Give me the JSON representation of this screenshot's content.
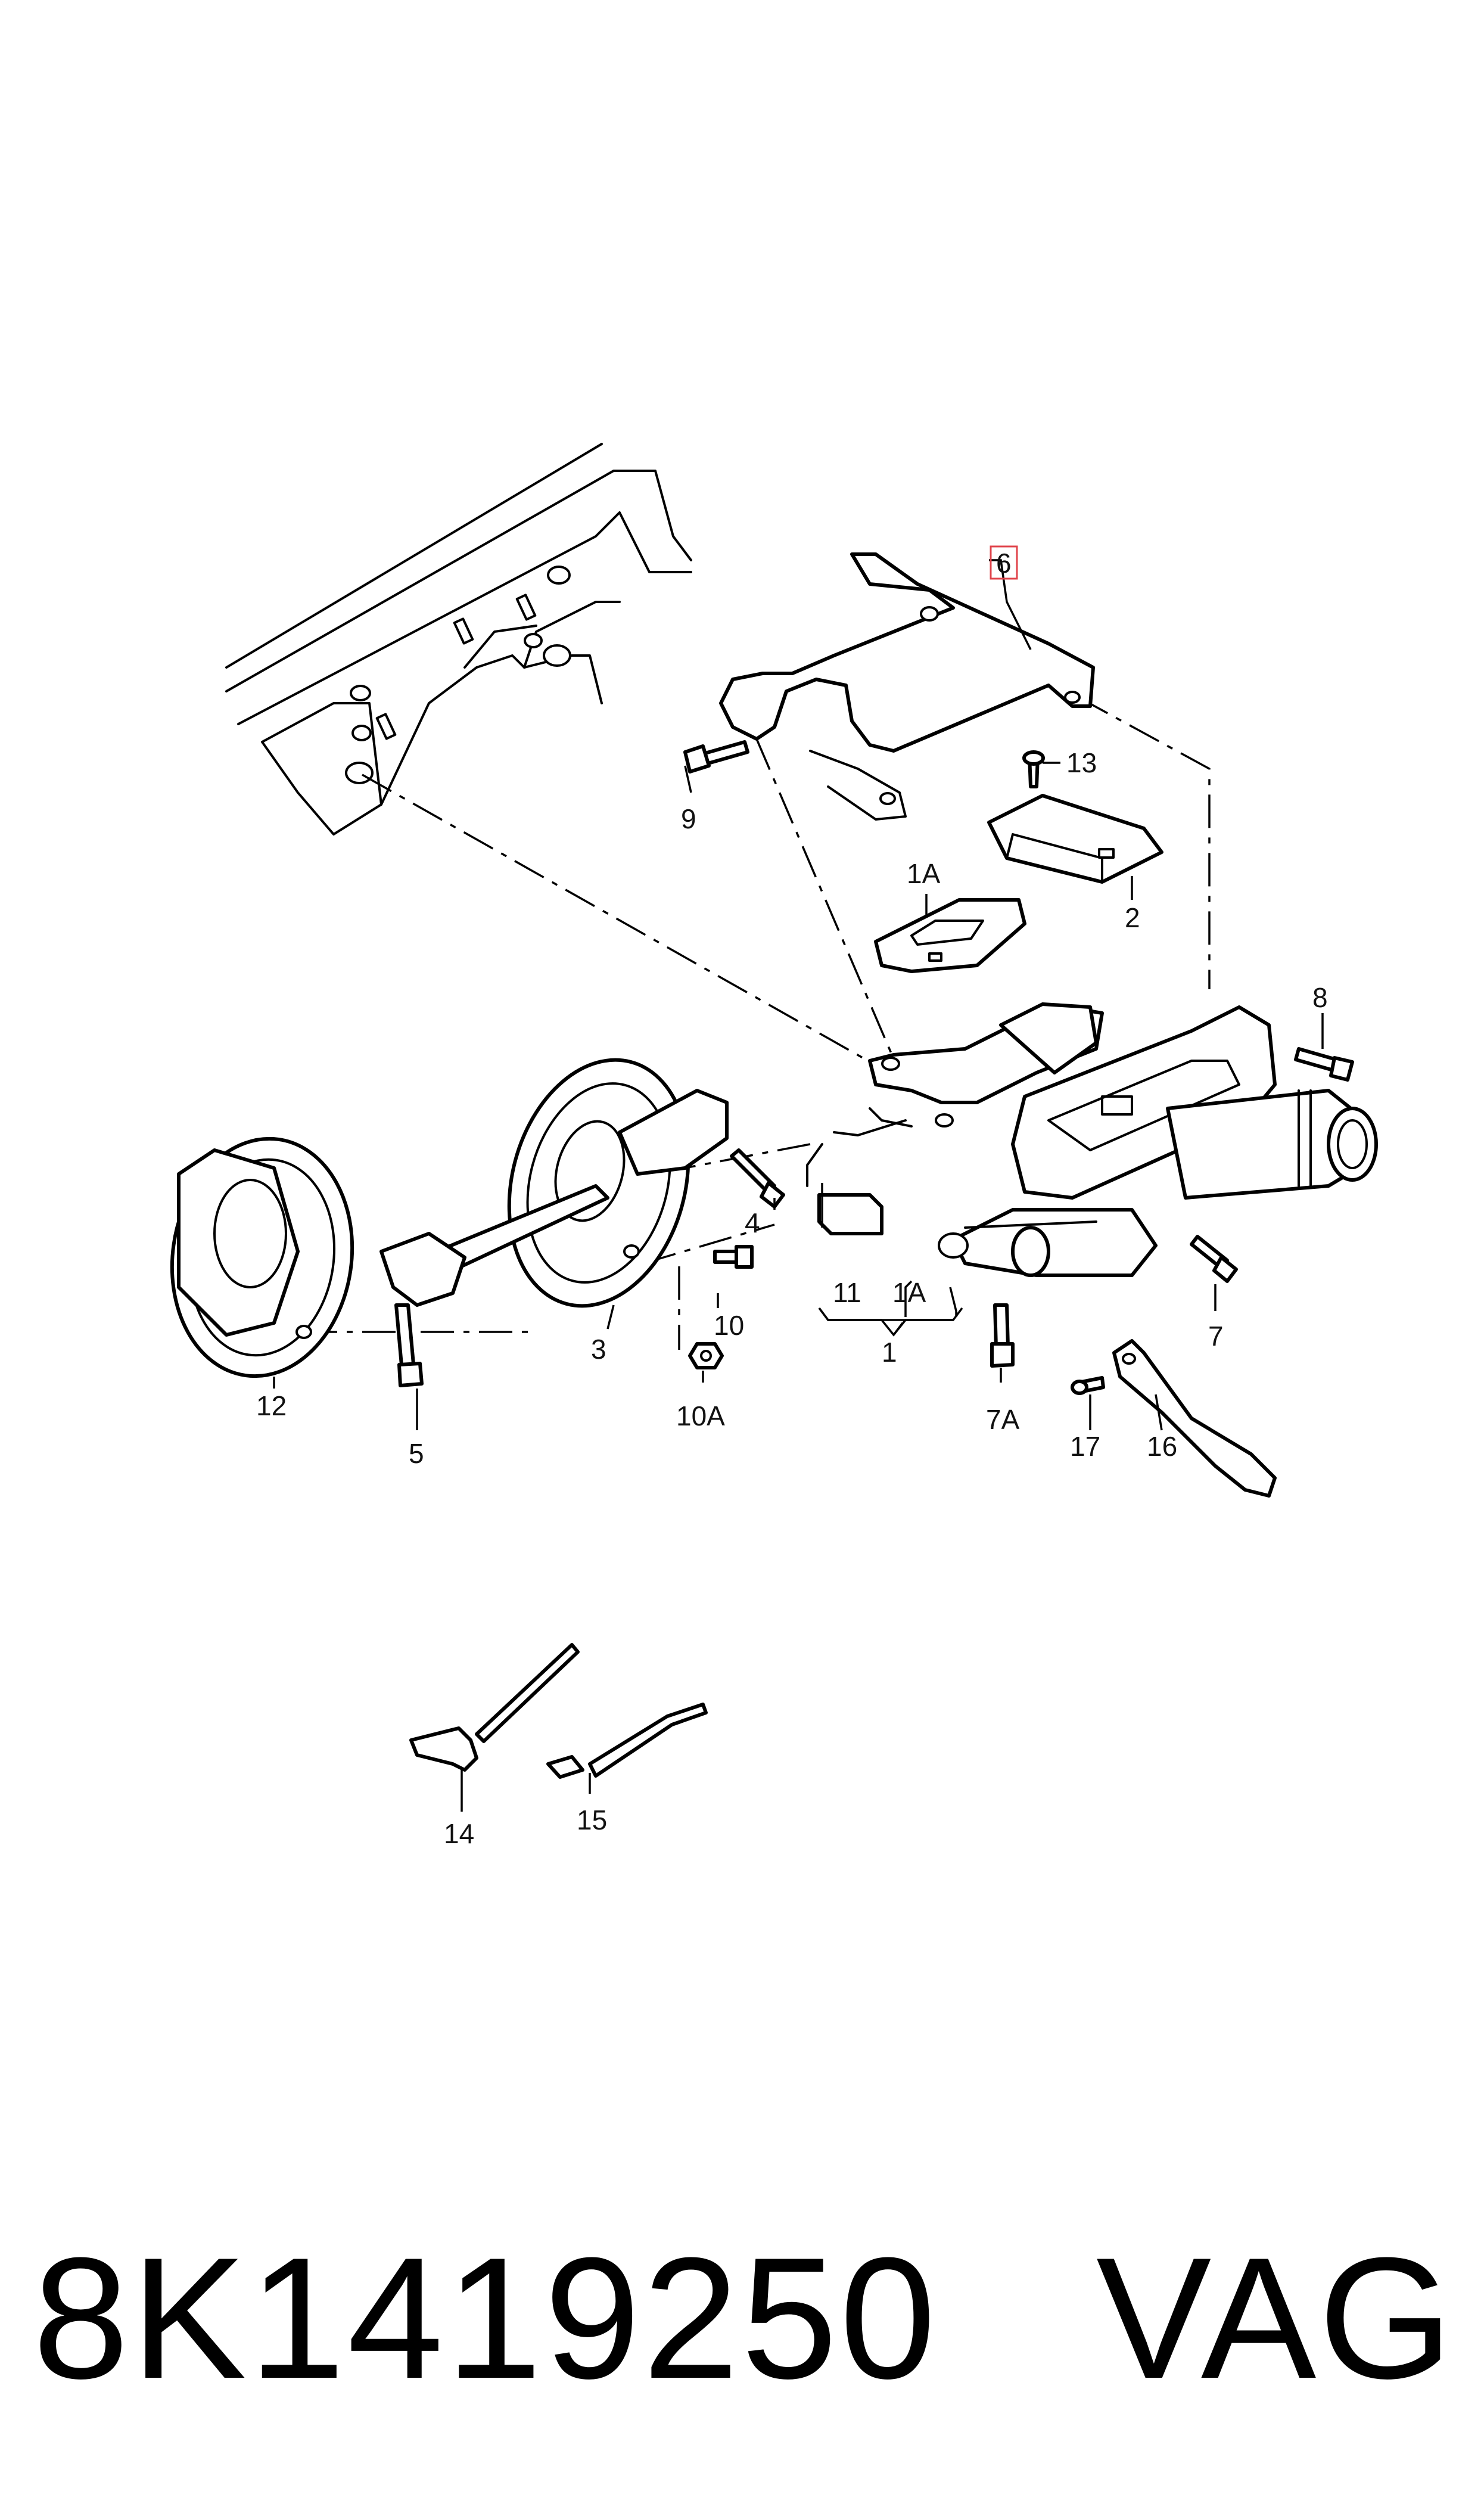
{
  "diagram": {
    "callouts": {
      "c1": "1",
      "c1A_top": "1A",
      "c1A_bottom": "1A",
      "c2": "2",
      "c3": "3",
      "c4": "4",
      "c5": "5",
      "c6": "6",
      "c7": "7",
      "c7A": "7A",
      "c8": "8",
      "c9": "9",
      "c10": "10",
      "c10A": "10A",
      "c11": "11",
      "c12": "12",
      "c13": "13",
      "c14": "14",
      "c15": "15",
      "c16": "16",
      "c17": "17"
    },
    "highlight_color": "#e0444b"
  },
  "footer": {
    "part_number": "8K1419250",
    "brand": "VAG"
  }
}
